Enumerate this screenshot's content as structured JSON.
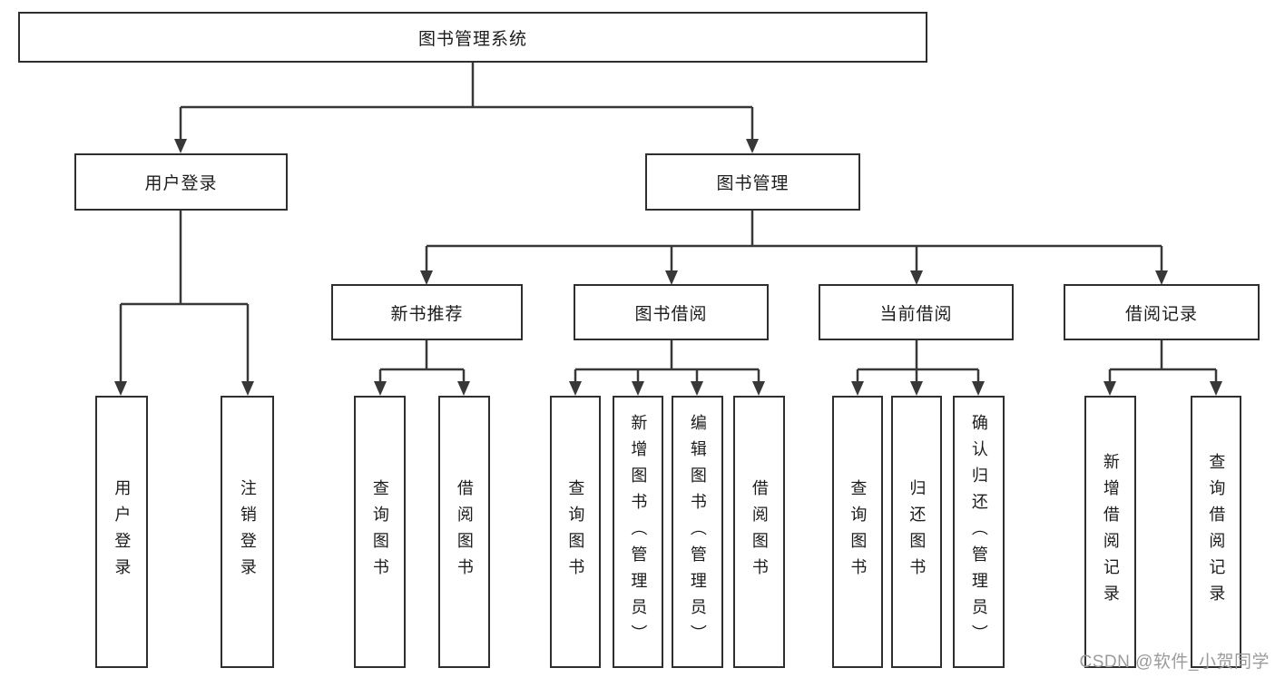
{
  "nodes": {
    "root": "图书管理系统",
    "user_login": "用户登录",
    "book_management": "图书管理",
    "new_book_recommend": "新书推荐",
    "book_borrow": "图书借阅",
    "current_borrow": "当前借阅",
    "borrow_records": "借阅记录",
    "leaf_user_login": "用户登录",
    "leaf_logout": "注销登录",
    "leaf_nbr_query_books": "查询图书",
    "leaf_nbr_borrow_books": "借阅图书",
    "leaf_bb_query_books": "查询图书",
    "leaf_bb_add_books": "新增图书（管理员）",
    "leaf_bb_edit_books": "编辑图书（管理员）",
    "leaf_bb_borrow_books": "借阅图书",
    "leaf_cb_query_books": "查询图书",
    "leaf_cb_return_books": "归还图书",
    "leaf_cb_confirm_return": "确认归还（管理员）",
    "leaf_br_add_record": "新增借阅记录",
    "leaf_br_query_record": "查询借阅记录"
  },
  "watermark": "CSDN @软件_小贺同学",
  "colors": {
    "line": "#383838",
    "box_border": "#2f2f2f",
    "text": "#1c1c1c",
    "background": "#ffffff",
    "watermark": "#9b9b9b"
  }
}
